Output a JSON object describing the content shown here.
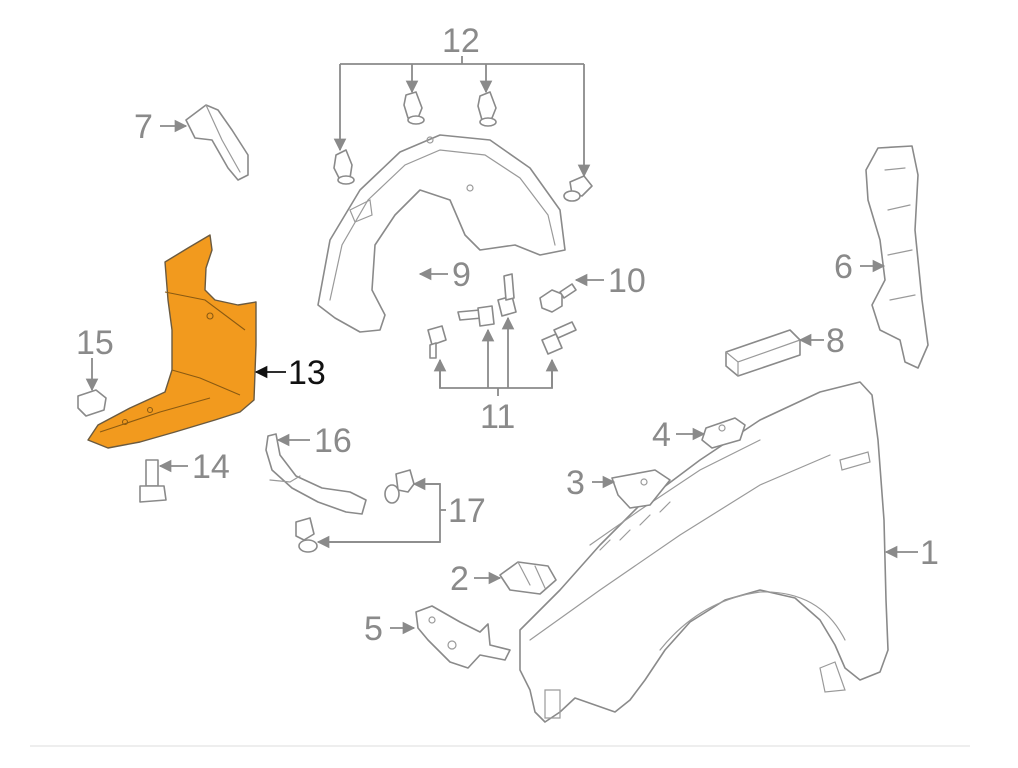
{
  "diagram": {
    "highlighted_part": "13",
    "highlight_color": "#f29a1e",
    "line_color": "#8a8a8a",
    "callouts": [
      {
        "id": "1",
        "label": "1"
      },
      {
        "id": "2",
        "label": "2"
      },
      {
        "id": "3",
        "label": "3"
      },
      {
        "id": "4",
        "label": "4"
      },
      {
        "id": "5",
        "label": "5"
      },
      {
        "id": "6",
        "label": "6"
      },
      {
        "id": "7",
        "label": "7"
      },
      {
        "id": "8",
        "label": "8"
      },
      {
        "id": "9",
        "label": "9"
      },
      {
        "id": "10",
        "label": "10"
      },
      {
        "id": "11",
        "label": "11"
      },
      {
        "id": "12",
        "label": "12"
      },
      {
        "id": "13",
        "label": "13"
      },
      {
        "id": "14",
        "label": "14"
      },
      {
        "id": "15",
        "label": "15"
      },
      {
        "id": "16",
        "label": "16"
      },
      {
        "id": "17",
        "label": "17"
      }
    ]
  }
}
